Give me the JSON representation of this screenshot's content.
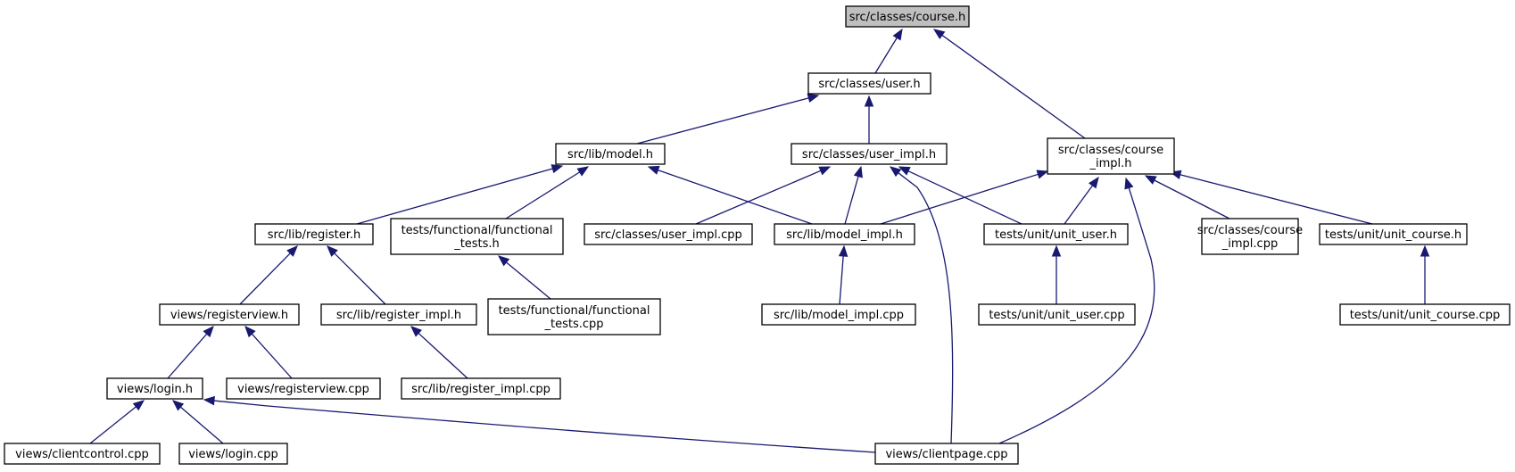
{
  "graph": {
    "nodes": [
      {
        "id": "course_h",
        "lines": [
          "src/classes/course.h"
        ],
        "root": true
      },
      {
        "id": "user_h",
        "lines": [
          "src/classes/user.h"
        ]
      },
      {
        "id": "model_h",
        "lines": [
          "src/lib/model.h"
        ]
      },
      {
        "id": "user_impl_h",
        "lines": [
          "src/classes/user_impl.h"
        ]
      },
      {
        "id": "course_impl_h",
        "lines": [
          "src/classes/course",
          "_impl.h"
        ]
      },
      {
        "id": "register_h",
        "lines": [
          "src/lib/register.h"
        ]
      },
      {
        "id": "func_tests_h",
        "lines": [
          "tests/functional/functional",
          "_tests.h"
        ]
      },
      {
        "id": "user_impl_cpp",
        "lines": [
          "src/classes/user_impl.cpp"
        ]
      },
      {
        "id": "model_impl_h",
        "lines": [
          "src/lib/model_impl.h"
        ]
      },
      {
        "id": "unit_user_h",
        "lines": [
          "tests/unit/unit_user.h"
        ]
      },
      {
        "id": "course_impl_cpp",
        "lines": [
          "src/classes/course",
          "_impl.cpp"
        ]
      },
      {
        "id": "unit_course_h",
        "lines": [
          "tests/unit/unit_course.h"
        ]
      },
      {
        "id": "registerview_h",
        "lines": [
          "views/registerview.h"
        ]
      },
      {
        "id": "register_impl_h",
        "lines": [
          "src/lib/register_impl.h"
        ]
      },
      {
        "id": "func_tests_cpp",
        "lines": [
          "tests/functional/functional",
          "_tests.cpp"
        ]
      },
      {
        "id": "model_impl_cpp",
        "lines": [
          "src/lib/model_impl.cpp"
        ]
      },
      {
        "id": "unit_user_cpp",
        "lines": [
          "tests/unit/unit_user.cpp"
        ]
      },
      {
        "id": "unit_course_cpp",
        "lines": [
          "tests/unit/unit_course.cpp"
        ]
      },
      {
        "id": "login_h",
        "lines": [
          "views/login.h"
        ]
      },
      {
        "id": "registerview_cpp",
        "lines": [
          "views/registerview.cpp"
        ]
      },
      {
        "id": "register_impl_cpp",
        "lines": [
          "src/lib/register_impl.cpp"
        ]
      },
      {
        "id": "clientcontrol_cpp",
        "lines": [
          "views/clientcontrol.cpp"
        ]
      },
      {
        "id": "login_cpp",
        "lines": [
          "views/login.cpp"
        ]
      },
      {
        "id": "clientpage_cpp",
        "lines": [
          "views/clientpage.cpp"
        ]
      }
    ],
    "edges": [
      {
        "from": "course_h",
        "to": "user_h"
      },
      {
        "from": "course_h",
        "to": "course_impl_h"
      },
      {
        "from": "user_h",
        "to": "model_h"
      },
      {
        "from": "user_h",
        "to": "user_impl_h"
      },
      {
        "from": "model_h",
        "to": "register_h"
      },
      {
        "from": "model_h",
        "to": "func_tests_h"
      },
      {
        "from": "model_h",
        "to": "model_impl_h"
      },
      {
        "from": "user_impl_h",
        "to": "user_impl_cpp"
      },
      {
        "from": "user_impl_h",
        "to": "model_impl_h"
      },
      {
        "from": "user_impl_h",
        "to": "unit_user_h"
      },
      {
        "from": "user_impl_h",
        "to": "clientpage_cpp"
      },
      {
        "from": "course_impl_h",
        "to": "model_impl_h"
      },
      {
        "from": "course_impl_h",
        "to": "unit_user_h"
      },
      {
        "from": "course_impl_h",
        "to": "course_impl_cpp"
      },
      {
        "from": "course_impl_h",
        "to": "unit_course_h"
      },
      {
        "from": "course_impl_h",
        "to": "clientpage_cpp"
      },
      {
        "from": "register_h",
        "to": "registerview_h"
      },
      {
        "from": "register_h",
        "to": "register_impl_h"
      },
      {
        "from": "func_tests_h",
        "to": "func_tests_cpp"
      },
      {
        "from": "model_impl_h",
        "to": "model_impl_cpp"
      },
      {
        "from": "unit_user_h",
        "to": "unit_user_cpp"
      },
      {
        "from": "unit_course_h",
        "to": "unit_course_cpp"
      },
      {
        "from": "registerview_h",
        "to": "login_h"
      },
      {
        "from": "registerview_h",
        "to": "registerview_cpp"
      },
      {
        "from": "register_impl_h",
        "to": "register_impl_cpp"
      },
      {
        "from": "login_h",
        "to": "clientcontrol_cpp"
      },
      {
        "from": "login_h",
        "to": "login_cpp"
      },
      {
        "from": "login_h",
        "to": "clientpage_cpp"
      }
    ],
    "colors": {
      "edge": "#191970",
      "node_border": "#000000",
      "node_fill": "#ffffff",
      "root_fill": "#bfbfbf"
    }
  }
}
